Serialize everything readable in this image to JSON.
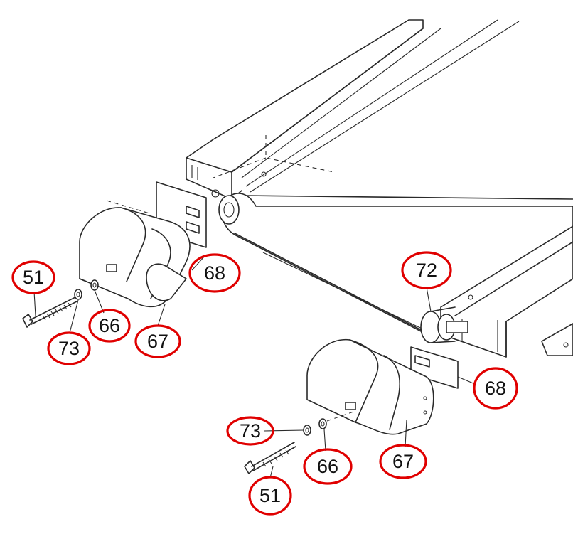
{
  "callout_color": "#e00000",
  "parts": {
    "bolt_left": "51",
    "lockwasher_left": "73",
    "washer_left": "66",
    "cover_left": "67",
    "bracket_left": "68",
    "roller": "72",
    "bracket_right": "68",
    "cover_right": "67",
    "washer_right": "66",
    "lockwasher_right": "73",
    "bolt_right": "51"
  }
}
